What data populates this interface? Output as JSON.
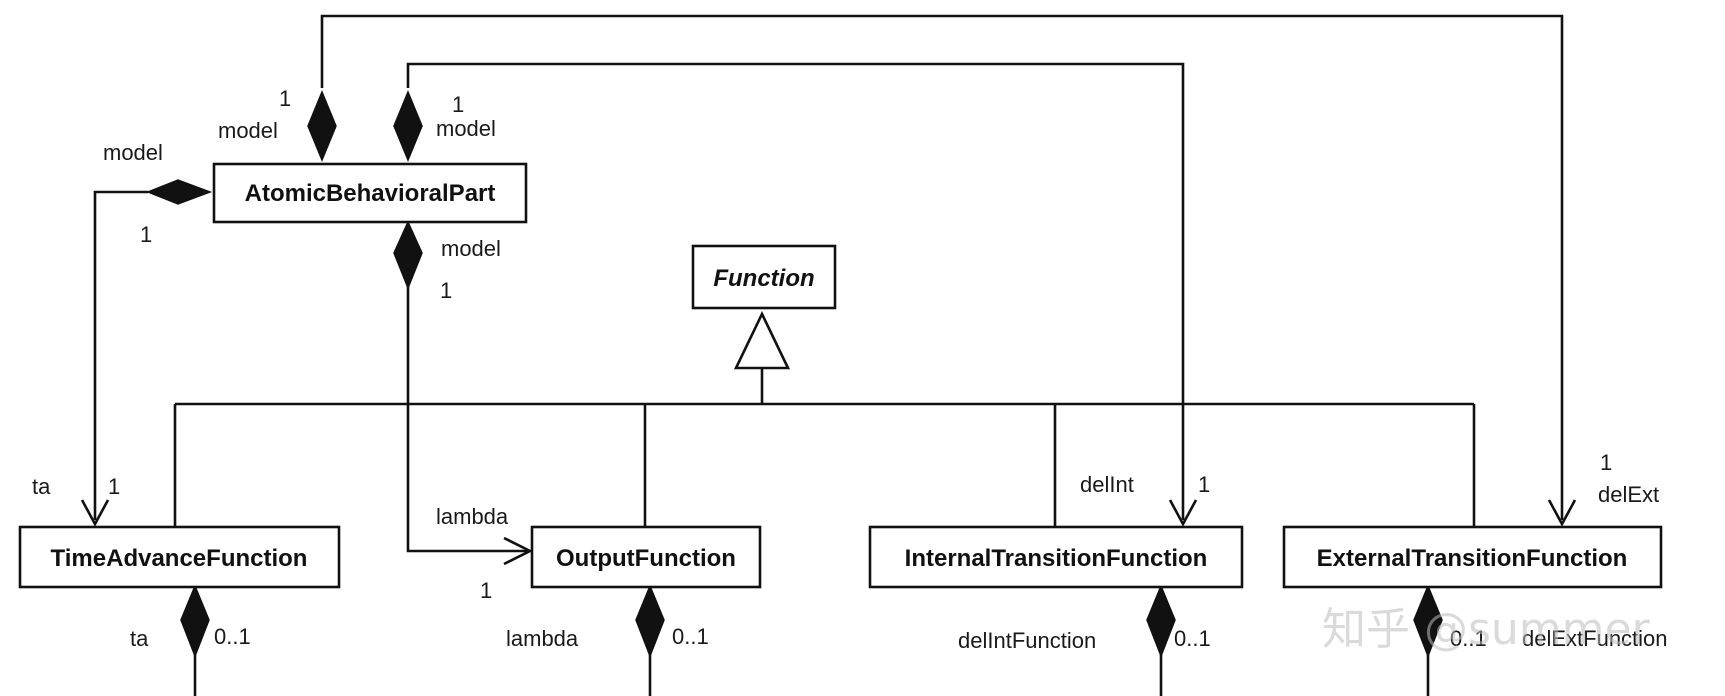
{
  "classes": {
    "atomic": "AtomicBehavioralPart",
    "function": "Function",
    "time_advance": "TimeAdvanceFunction",
    "output": "OutputFunction",
    "internal": "InternalTransitionFunction",
    "external": "ExternalTransitionFunction"
  },
  "labels": {
    "model_left": "model",
    "one_left": "1",
    "model_top1": "model",
    "one_top1": "1",
    "model_top2": "model",
    "one_top2": "1",
    "model_below": "model",
    "one_below": "1",
    "ta_role": "ta",
    "ta_mult": "1",
    "lambda_role": "lambda",
    "lambda_mult": "1",
    "delint_role": "delInt",
    "delint_mult": "1",
    "delext_mult": "1",
    "delext_role": "delExt",
    "ta_bottom": "ta",
    "ta_bottom_mult": "0..1",
    "lambda_bottom": "lambda",
    "lambda_bottom_mult": "0..1",
    "delint_bottom": "delIntFunction",
    "delint_bottom_mult": "0..1",
    "delext_bottom_mult": "0..1",
    "delext_bottom": "delExtFunction"
  },
  "watermark": "知乎 @summer"
}
